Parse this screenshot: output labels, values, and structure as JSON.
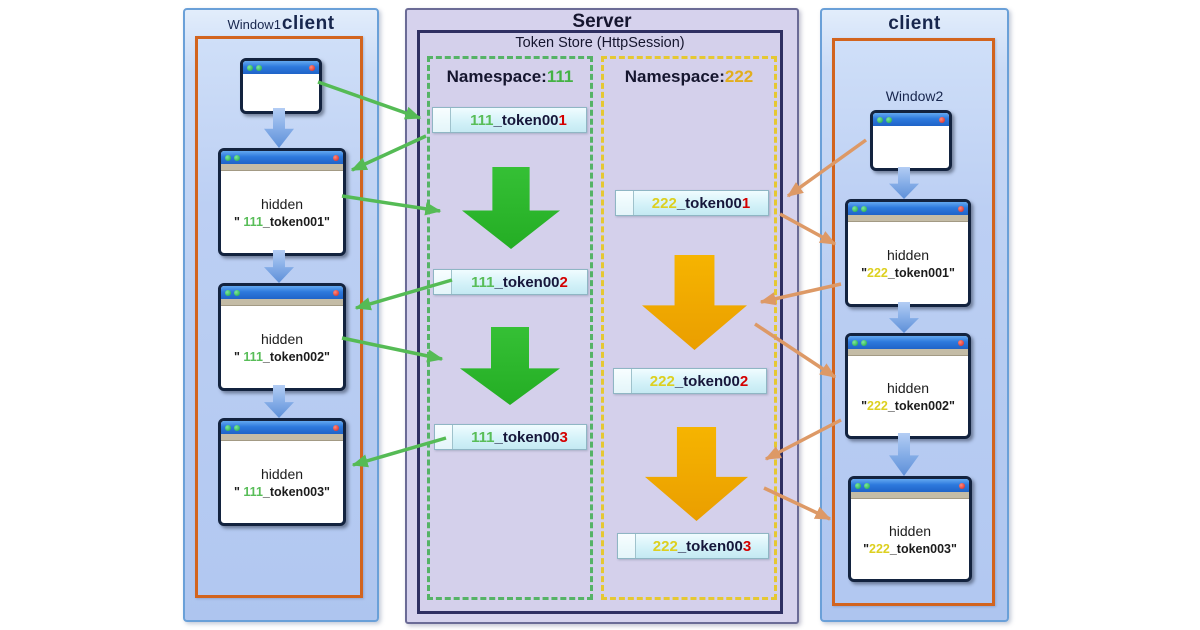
{
  "diagram": {
    "left_panel": {
      "title_prefix": "Window1",
      "title": "client",
      "windows": [
        {
          "line1": "hidden",
          "open": "\" ",
          "ns": "111",
          "rest": "_token001\""
        },
        {
          "line1": "hidden",
          "open": "\" ",
          "ns": "111",
          "rest": "_token002\""
        },
        {
          "line1": "hidden",
          "open": "\" ",
          "ns": "111",
          "rest": "_token003\""
        }
      ]
    },
    "server_panel": {
      "title": "Server",
      "store_label": "Token Store (HttpSession)",
      "namespaces": [
        {
          "label": "Namespace:",
          "id": "111",
          "tokens": [
            {
              "ns": "111",
              "mid": "_token00",
              "num": "1"
            },
            {
              "ns": "111",
              "mid": "_token00",
              "num": "2"
            },
            {
              "ns": "111",
              "mid": "_token00",
              "num": "3"
            }
          ]
        },
        {
          "label": "Namespace:",
          "id": "222",
          "tokens": [
            {
              "ns": "222",
              "mid": "_token00",
              "num": "1"
            },
            {
              "ns": "222",
              "mid": "_token00",
              "num": "2"
            },
            {
              "ns": "222",
              "mid": "_token00",
              "num": "3"
            }
          ]
        }
      ]
    },
    "right_panel": {
      "title": "client",
      "window_label": "Window2",
      "windows": [
        {
          "line1": "hidden",
          "open": "\"",
          "ns": "222",
          "rest": "_token001\""
        },
        {
          "line1": "hidden",
          "open": "\"",
          "ns": "222",
          "rest": "_token002\""
        },
        {
          "line1": "hidden",
          "open": "\"",
          "ns": "222",
          "rest": "_token003\""
        }
      ]
    },
    "colors": {
      "namespace1_accent": "#44b244",
      "namespace2_accent": "#ddd020",
      "token_last_digit": "#d40000",
      "green_flow_arrow": "#55bb55",
      "orange_flow_arrow": "#dd9966"
    }
  }
}
